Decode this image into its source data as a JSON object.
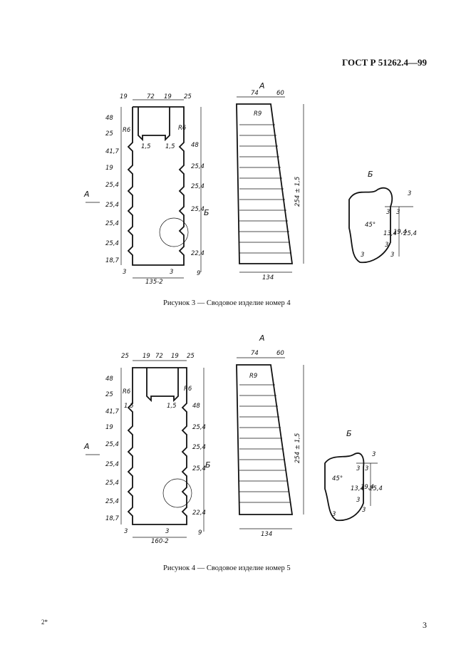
{
  "header": {
    "standard": "ГОСТ Р 51262.4—99"
  },
  "figures": [
    {
      "caption": "Рисунок 3 — Сводовое изделие номер 4",
      "top_dims": [
        "19",
        "72",
        "19",
        "25"
      ],
      "left_dims": [
        "48",
        "25",
        "41,7",
        "19",
        "25,4",
        "25,4",
        "25,4",
        "25,4",
        "18,7"
      ],
      "right_dims": [
        "48",
        "25,4",
        "25,4",
        "25,4",
        "22,4",
        "9"
      ],
      "radius_left": "R6",
      "radius_right": "R6",
      "offset_left": "1,5",
      "offset_right": "1,5",
      "bottom_small_left": "3",
      "bottom_small_right": "3",
      "width_label": "135-2",
      "view_a": "A",
      "detail_b": "Б",
      "side_top_left": "74",
      "side_top_right": "60",
      "side_radius": "R9",
      "side_height": "254 ± 1,5",
      "side_width": "134",
      "detail_dims": [
        "3",
        "3",
        "3",
        "19,4",
        "13,4",
        "25,4",
        "3",
        "3",
        "3"
      ],
      "detail_angle": "45°"
    },
    {
      "caption": "Рисунок 4 — Сводовое изделие номер 5",
      "top_dims": [
        "25",
        "19",
        "72",
        "19",
        "25"
      ],
      "left_dims": [
        "48",
        "25",
        "41,7",
        "19",
        "25,4",
        "25,4",
        "25,4",
        "25,4",
        "18,7"
      ],
      "right_dims": [
        "48",
        "25,4",
        "25,4",
        "25,4",
        "22,4",
        "9"
      ],
      "radius_left": "R6",
      "radius_right": "R6",
      "offset_left": "1,5",
      "offset_right": "1,5",
      "bottom_small_left": "3",
      "bottom_small_right": "3",
      "width_label": "160-2",
      "view_a": "A",
      "detail_b": "Б",
      "side_top_left": "74",
      "side_top_right": "60",
      "side_radius": "R9",
      "side_height": "254 ± 1,5",
      "side_width": "134",
      "detail_dims": [
        "3",
        "3",
        "3",
        "19,4",
        "13,4",
        "25,4",
        "3",
        "3",
        "3"
      ],
      "detail_angle": "45°"
    }
  ],
  "footer": {
    "left_mark": "2*",
    "page_number": "3"
  }
}
